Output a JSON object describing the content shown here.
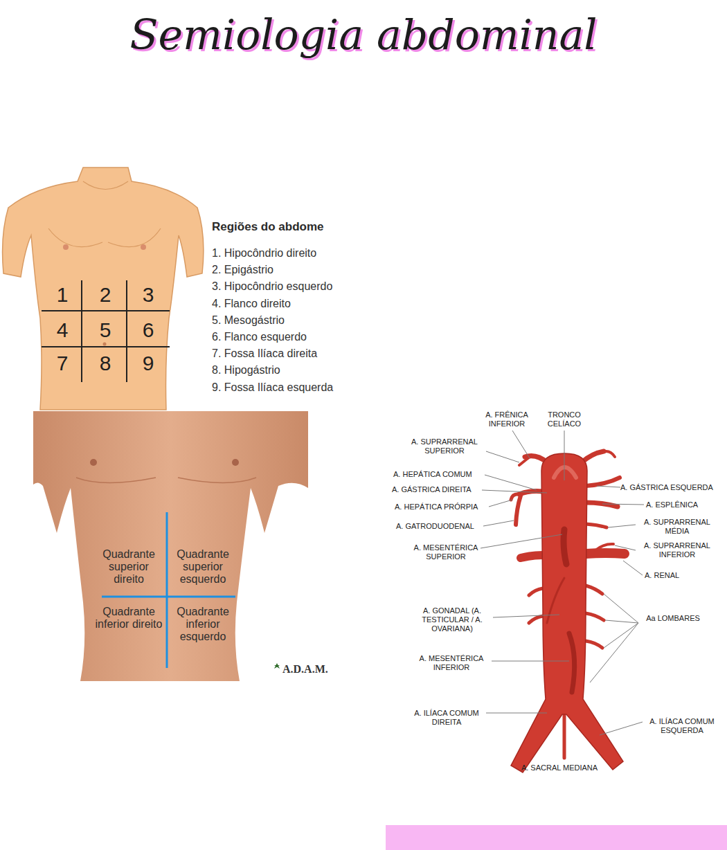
{
  "diagram": {
    "title": "Semiologia abdominal",
    "labels": [
      "1",
      "2",
      "3",
      "4",
      "5",
      "6",
      "7",
      "8",
      "9",
      "Regiões do abdome",
      "1. Hipocôndrio direito",
      "2. Epigástrio",
      "3. Hipocôndrio esquerdo",
      "4. Flanco direito",
      "5. Mesogástrio",
      "6. Flanco esquerdo",
      "7. Fossa Ilíaca direita",
      "8. Hipogástrio",
      "9. Fossa Ilíaca esquerda",
      "Quadrante superior direito",
      "Quadrante superior esquerdo",
      "Quadrante inferior direito",
      "Quadrante inferior esquerdo",
      "A.D.A.M.",
      "A. FRÊNICA INFERIOR",
      "TRONCO CELÍACO",
      "A. SUPRARRENAL SUPERIOR",
      "A. HEPÁTICA COMUM",
      "A. GÁSTRICA DIREITA",
      "A. HEPÁTICA PRÓRPIA",
      "A. GATRODUODENAL",
      "A. MESENTÉRICA SUPERIOR",
      "A. GÁSTRICA ESQUERDA",
      "A. ESPLÊNICA",
      "A. SUPRARRENAL MÉDIA",
      "A. SUPRARRENAL INFERIOR",
      "A. RENAL",
      "Aa LOMBARES",
      "A. GONADAL (A. TESTICULAR / A. OVARIANA)",
      "A. MESENTÉRICA INFERIOR",
      "A. ILÍACA COMUM DIREITA",
      "A. ILÍACA COMUM ESQUERDA",
      "A. SACRAL MEDIANA"
    ]
  }
}
